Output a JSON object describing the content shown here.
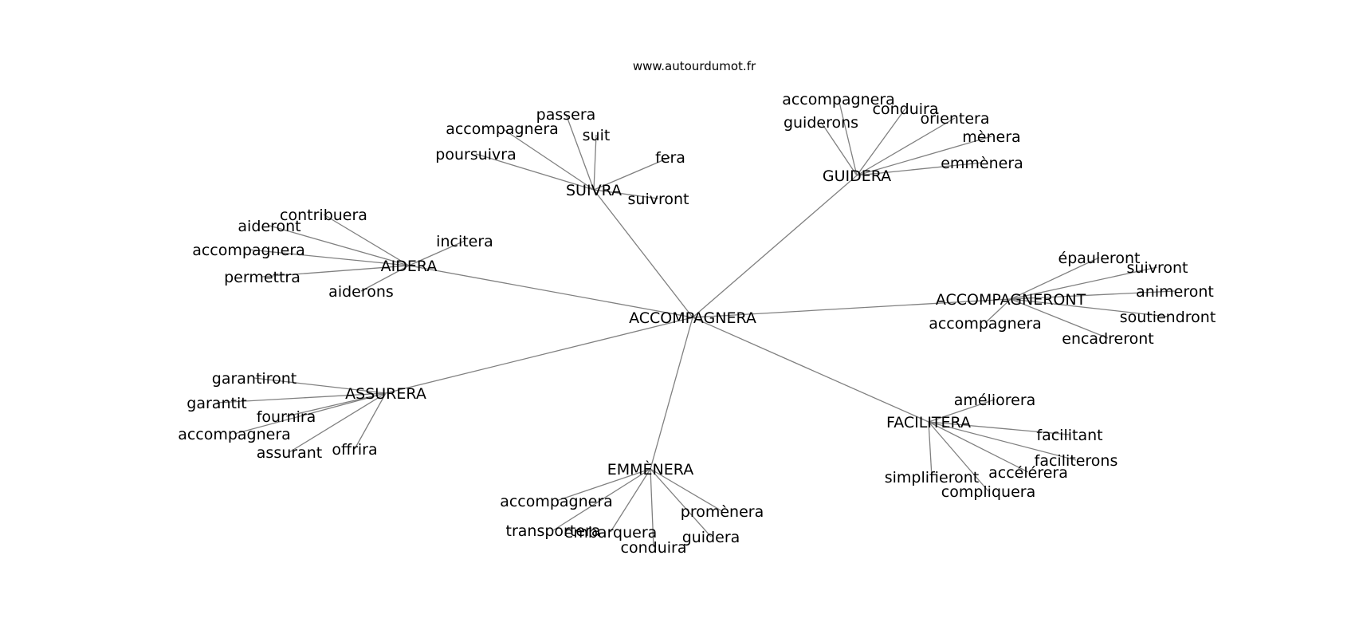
{
  "header": {
    "site": "www.autourdumot.fr"
  },
  "root": {
    "label": "ACCOMPAGNERA"
  },
  "clusters": [
    {
      "label": "SUIVRA",
      "leaves": [
        "passera",
        "accompagnera",
        "suit",
        "poursuivra",
        "fera",
        "suivront"
      ]
    },
    {
      "label": "GUIDERA",
      "leaves": [
        "accompagnera",
        "conduira",
        "guiderons",
        "orientera",
        "mènera",
        "emmènera"
      ]
    },
    {
      "label": "AIDERA",
      "leaves": [
        "contribuera",
        "aideront",
        "accompagnera",
        "permettra",
        "aiderons",
        "incitera"
      ]
    },
    {
      "label": "ACCOMPAGNERONT",
      "leaves": [
        "épauleront",
        "suivront",
        "animeront",
        "soutiendront",
        "accompagnera",
        "encadreront"
      ]
    },
    {
      "label": "ASSURERA",
      "leaves": [
        "garantiront",
        "garantit",
        "fournira",
        "accompagnera",
        "assurant",
        "offrira"
      ]
    },
    {
      "label": "FACILITERA",
      "leaves": [
        "améliorera",
        "facilitant",
        "faciliterons",
        "accélérera",
        "simplifieront",
        "compliquera"
      ]
    },
    {
      "label": "EMMÈNERA",
      "leaves": [
        "accompagnera",
        "transportera",
        "embarquera",
        "conduira",
        "promènera",
        "guidera"
      ]
    }
  ]
}
